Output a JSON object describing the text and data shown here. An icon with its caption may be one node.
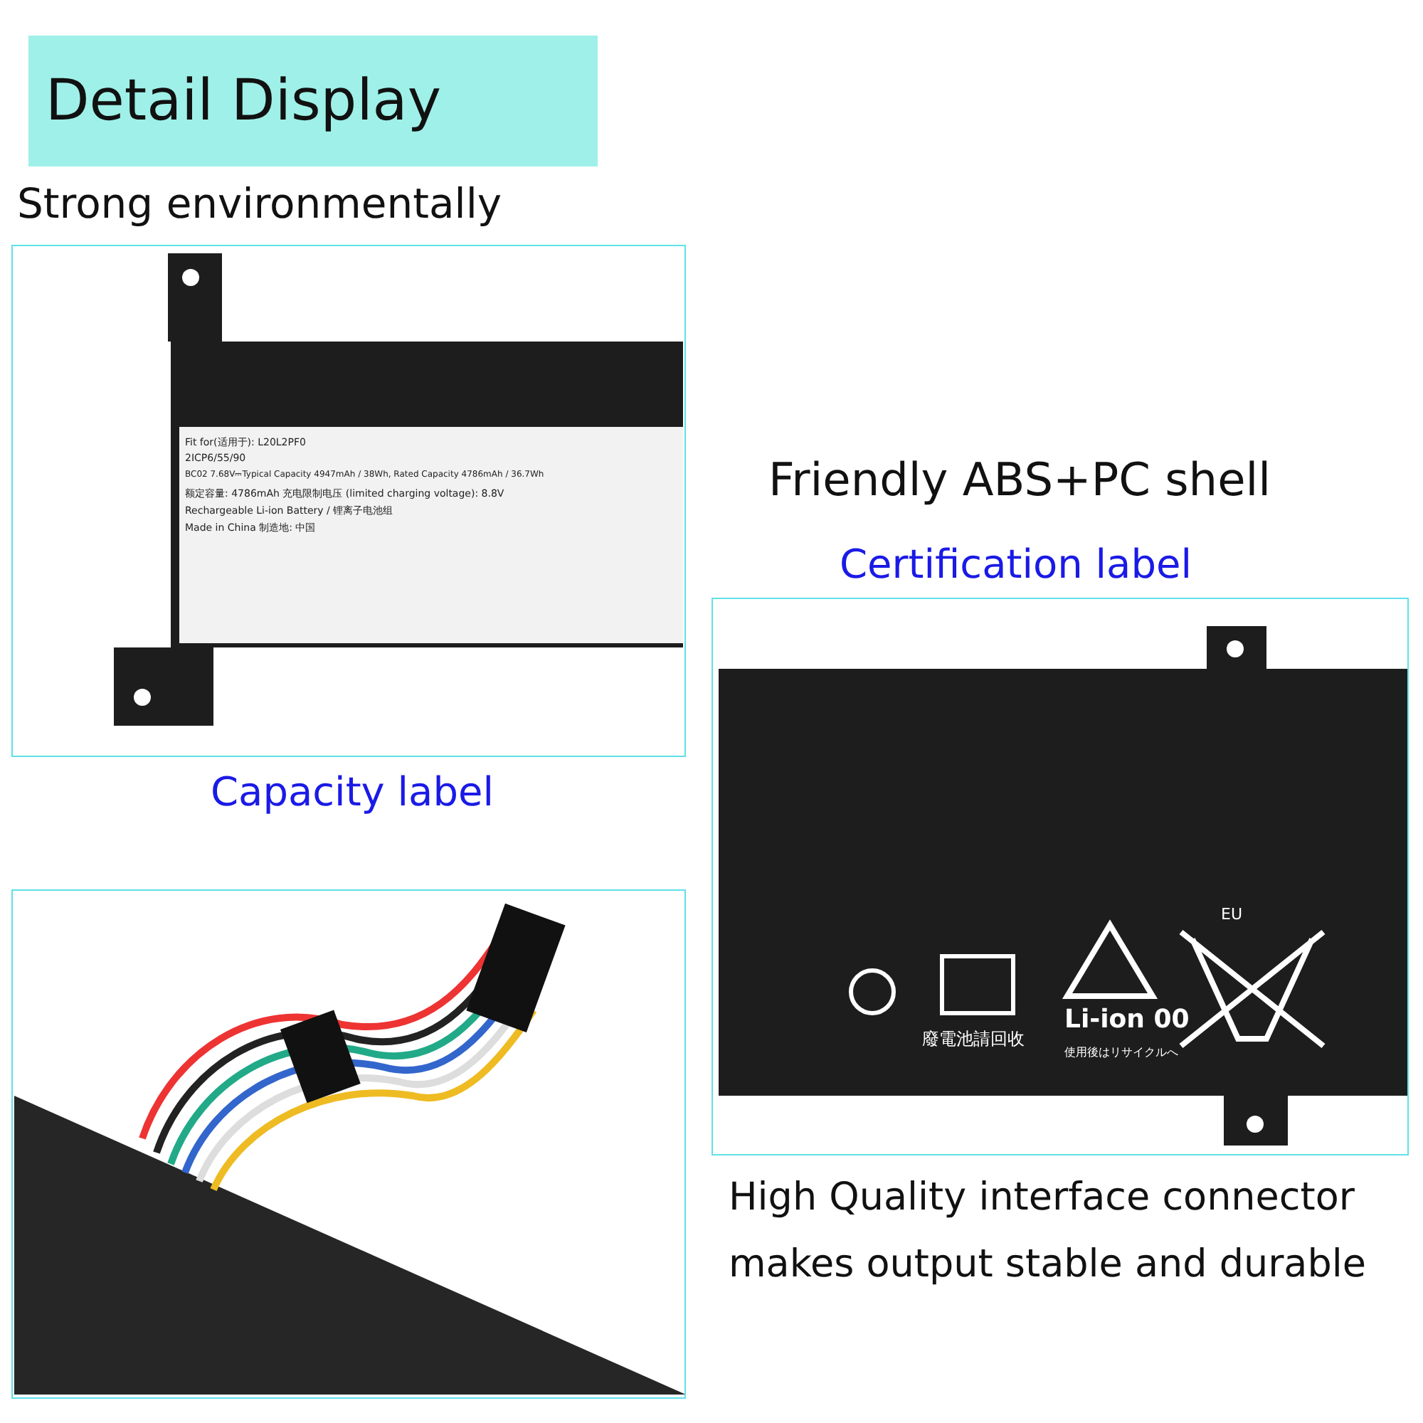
{
  "diagram": {
    "title": "Detail Display",
    "labels": [
      "Strong environmentally",
      "Fit for(适用于): L20L2PF0",
      "2ICP6/55/90",
      "BC02  7.68V⎓Typical Capacity 4947mAh / 38Wh, Rated Capacity 4786mAh / 36.7Wh",
      "额定容量: 4786mAh  充电限制电压 (limited charging voltage): 8.8V",
      "Rechargeable Li-ion Battery / 锂离子电池组",
      "Made in China 制造地: 中国",
      "Friendly ABS+PC shell",
      "Certification label",
      "Capacity label",
      "EU",
      "廢電池請回收",
      "Li-ion 00",
      "使用後はリサイクルへ",
      "High Quality interface connector makes output stable and durable"
    ]
  }
}
